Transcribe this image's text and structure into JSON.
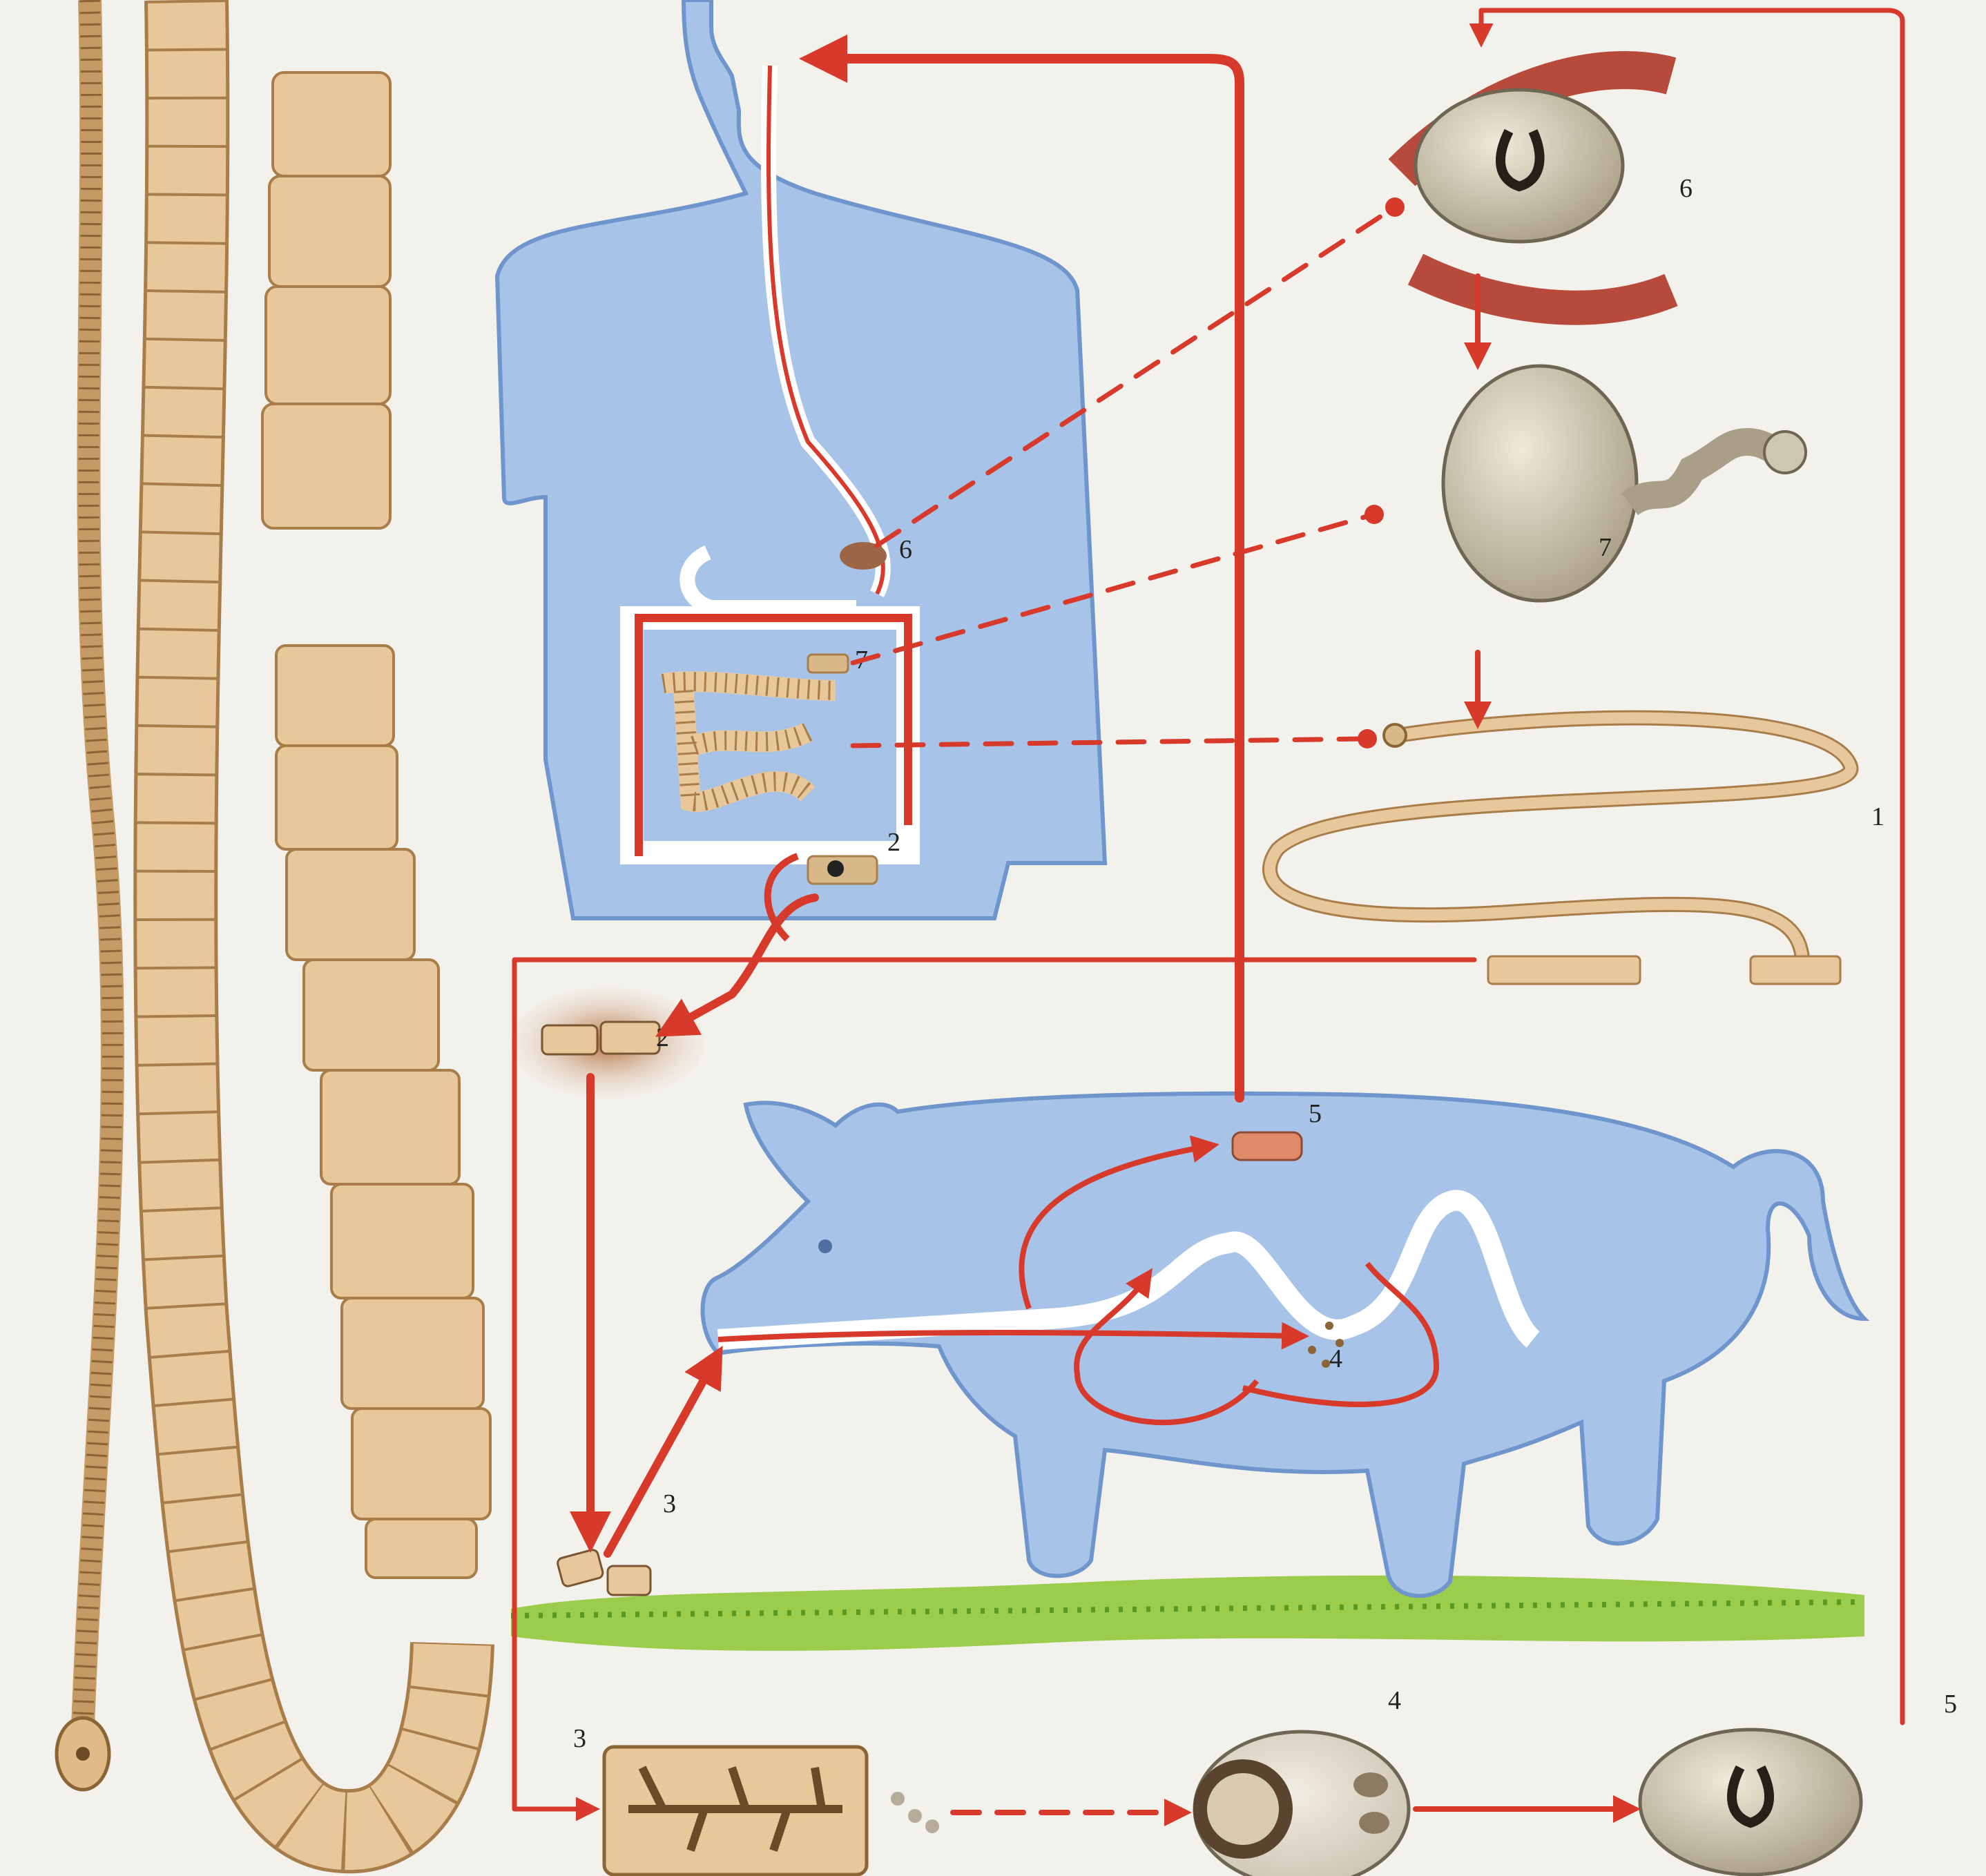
{
  "colors": {
    "background": "#f3f1ec",
    "host_blue": "#a7c4e8",
    "host_outline": "#6f96cc",
    "arrow_red": "#d7392a",
    "tapeworm_tan": "#e8c79a",
    "tapeworm_outline": "#a87d4a",
    "cyst_gray": "#b7ac9a",
    "grass_green": "#7bbf3a"
  },
  "labels": {
    "human_stomach": "6",
    "human_intestine_scolex": "7",
    "human_proglottids_exit": "2",
    "cyst_detail": "6",
    "evaginated_scolex_detail": "7",
    "adult_worm_detail": "1",
    "proglottids_in_dung": "2",
    "proglottids_on_grass": "3",
    "pig_muscle_cyst": "5",
    "pig_gut_oncospheres": "4",
    "gravid_proglottid_detail": "3",
    "egg_detail": "4",
    "cysticercus_detail": "5"
  },
  "icons": [
    "human-silhouette-icon",
    "pig-silhouette-icon",
    "tapeworm-icon",
    "cysticercus-icon",
    "egg-icon"
  ]
}
